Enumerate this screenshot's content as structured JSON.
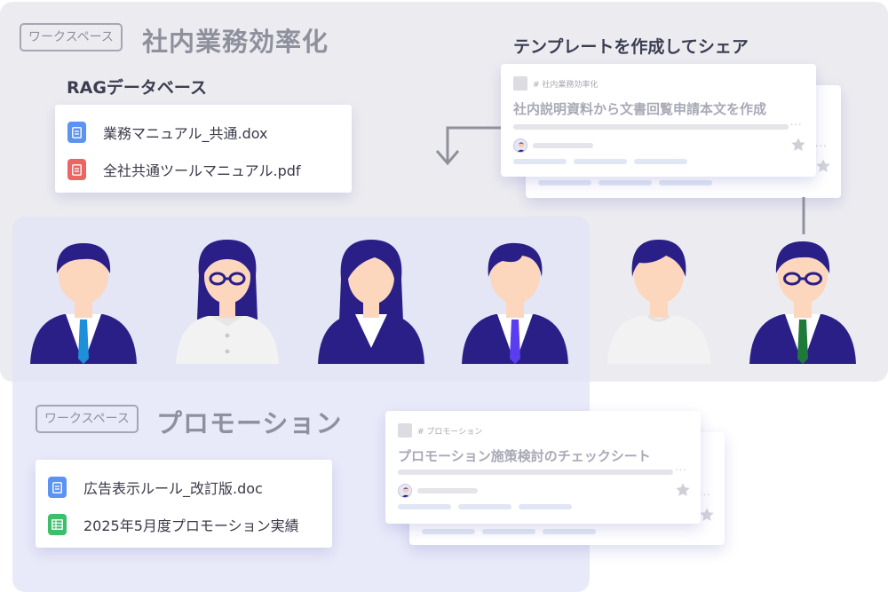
{
  "workspace_top": {
    "badge": "ワークスペース",
    "name": "社内業務効率化",
    "rag_title": "RAGデータベース",
    "files": [
      {
        "name": "業務マニュアル_共通.dox",
        "icon": "document-icon",
        "color": "#5b93f2"
      },
      {
        "name": "全社共通ツールマニュアル.pdf",
        "icon": "pdf-document-icon",
        "color": "#eb6565"
      }
    ],
    "share_title": "テンプレートを作成してシェア",
    "template": {
      "tag": "# 社内業務効率化",
      "title": "社内説明資料から文書回覧申請本文を作成",
      "dots": "···"
    }
  },
  "workspace_bottom": {
    "badge": "ワークスペース",
    "name": "プロモーション",
    "files": [
      {
        "name": "広告表示ルール_改訂版.doc",
        "icon": "document-icon",
        "color": "#5b93f2"
      },
      {
        "name": "2025年5月度プロモーション実績",
        "icon": "spreadsheet-icon",
        "color": "#3ebd6d"
      }
    ],
    "template": {
      "tag": "# プロモーション",
      "title": "プロモーション施策検討のチェックシート",
      "dots": "···"
    }
  },
  "colors": {
    "suit": "#2a1f87",
    "hair": "#2a1f87",
    "skin": "#fcd6bd",
    "ties": [
      "#1e90d9",
      "#5b3df0",
      "#1f7a3a"
    ]
  }
}
